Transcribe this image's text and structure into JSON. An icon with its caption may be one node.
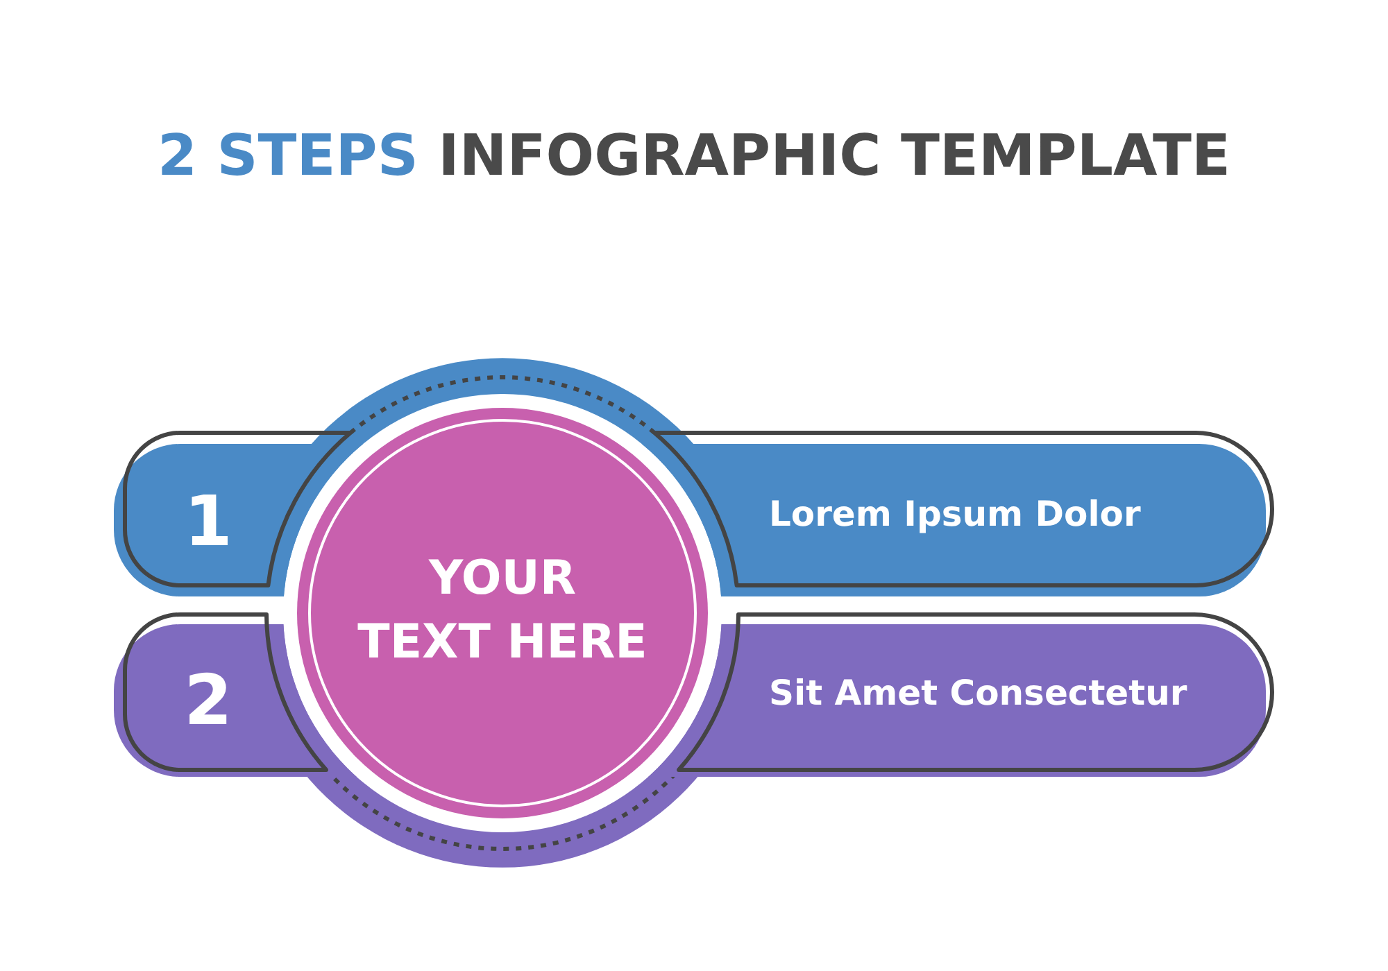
{
  "diagram": {
    "title": "2 STEPS INFOGRAPHIC TEMPLATE",
    "nodes": [
      {
        "text": [
          "1",
          "Lorem Ipsum Dolor"
        ]
      },
      {
        "text": [
          "2",
          "Sit Amet Consectetur"
        ]
      },
      {
        "text": [
          "YOUR TEXT HERE"
        ]
      }
    ]
  }
}
